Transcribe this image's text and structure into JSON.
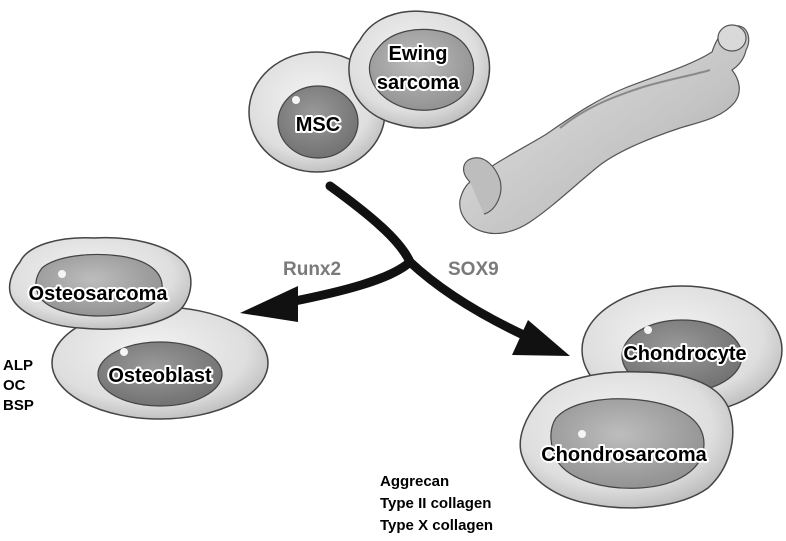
{
  "cells": {
    "msc": "MSC",
    "ewing": [
      "Ewing",
      "sarcoma"
    ],
    "osteosarcoma": "Osteosarcoma",
    "osteoblast": "Osteoblast",
    "chondrocyte": "Chondrocyte",
    "chondrosarcoma": "Chondrosarcoma"
  },
  "factors": {
    "left": "Runx2",
    "right": "SOX9"
  },
  "markers": {
    "osteoblast": [
      "ALP",
      "OC",
      "BSP"
    ],
    "chondrocyte": [
      "Aggrecan",
      "Type II collagen",
      "Type X collagen"
    ]
  },
  "colors": {
    "cell_light": "#e2e2e2",
    "cell_mid": "#b5b5b5",
    "nucleus": "#858585",
    "tumor": "#a3a3a3",
    "factor_text": "#7a7a7a",
    "arrow": "#111111",
    "bone": "#cfcfcf"
  }
}
